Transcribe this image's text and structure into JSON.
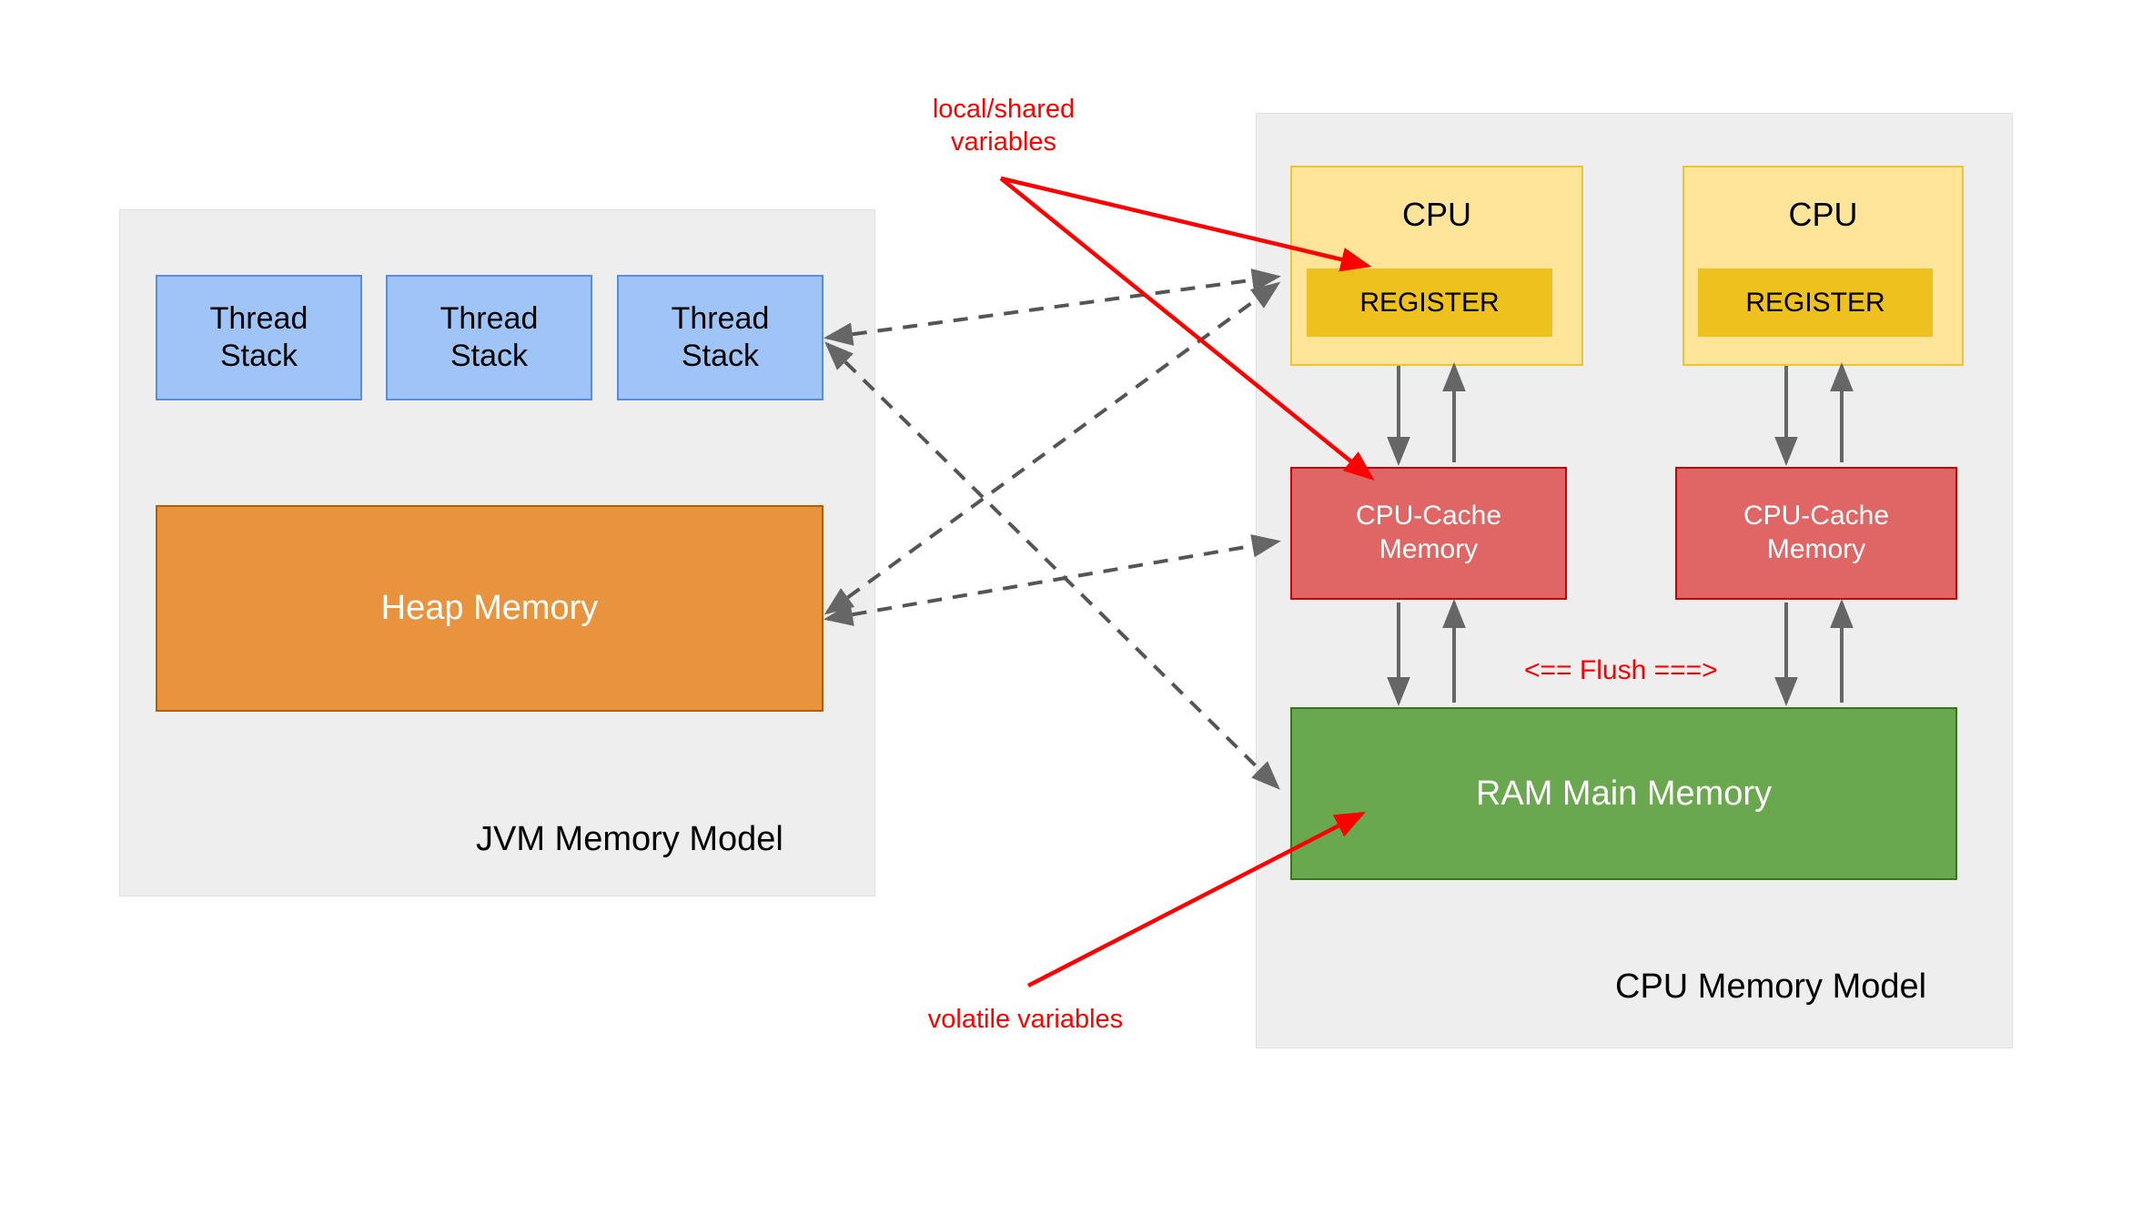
{
  "diagram": {
    "title_jvm": "JVM Memory Model",
    "title_cpu": "CPU Memory Model"
  },
  "jvm_panel": {
    "label": "JVM Memory Model",
    "thread_stacks": [
      {
        "label": "Thread\nStack"
      },
      {
        "label": "Thread\nStack"
      },
      {
        "label": "Thread\nStack"
      }
    ],
    "heap": {
      "label": "Heap Memory"
    }
  },
  "cpu_panel": {
    "label": "CPU Memory Model",
    "cores": [
      {
        "cpu_label": "CPU",
        "register_label": "REGISTER",
        "cache_label": "CPU-Cache\nMemory"
      },
      {
        "cpu_label": "CPU",
        "register_label": "REGISTER",
        "cache_label": "CPU-Cache\nMemory"
      }
    ],
    "ram": {
      "label": "RAM Main Memory"
    },
    "flush_label": "<== Flush ===>"
  },
  "annotations": {
    "local_shared": "local/shared\nvariables",
    "volatile": "volatile variables"
  },
  "colors": {
    "panel_bg": "#eeeeee",
    "panel_border": "#e0e0e0",
    "thread_fill": "#9FC5F8",
    "thread_border": "#5B8CE0",
    "heap_fill": "#E8933D",
    "heap_border": "#B45F06",
    "cpu_fill": "#FFE599",
    "cpu_border": "#F1C232",
    "register_fill": "#EFC11F",
    "cache_fill": "#E06666",
    "cache_border": "#CC0000",
    "ram_fill": "#6AA84F",
    "ram_border": "#38761D",
    "annotation_red": "#FF0000",
    "arrow_gray": "#666666",
    "text_dark": "#000000",
    "text_light": "#ffffff"
  }
}
